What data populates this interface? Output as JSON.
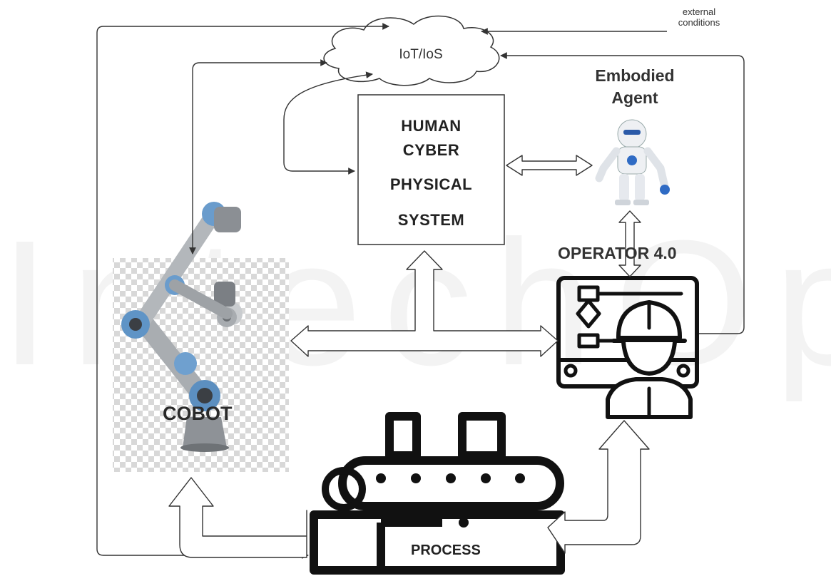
{
  "diagram": {
    "watermark": "IntechOpen",
    "nodes": {
      "iot": "IoT/IoS",
      "external": [
        "external",
        "conditions"
      ],
      "embodied_agent": [
        "Embodied",
        "Agent"
      ],
      "hcps": [
        "HUMAN",
        "CYBER",
        "PHYSICAL",
        "SYSTEM"
      ],
      "operator": "OPERATOR 4.0",
      "cobot": "COBOT",
      "process": "PROCESS"
    }
  }
}
